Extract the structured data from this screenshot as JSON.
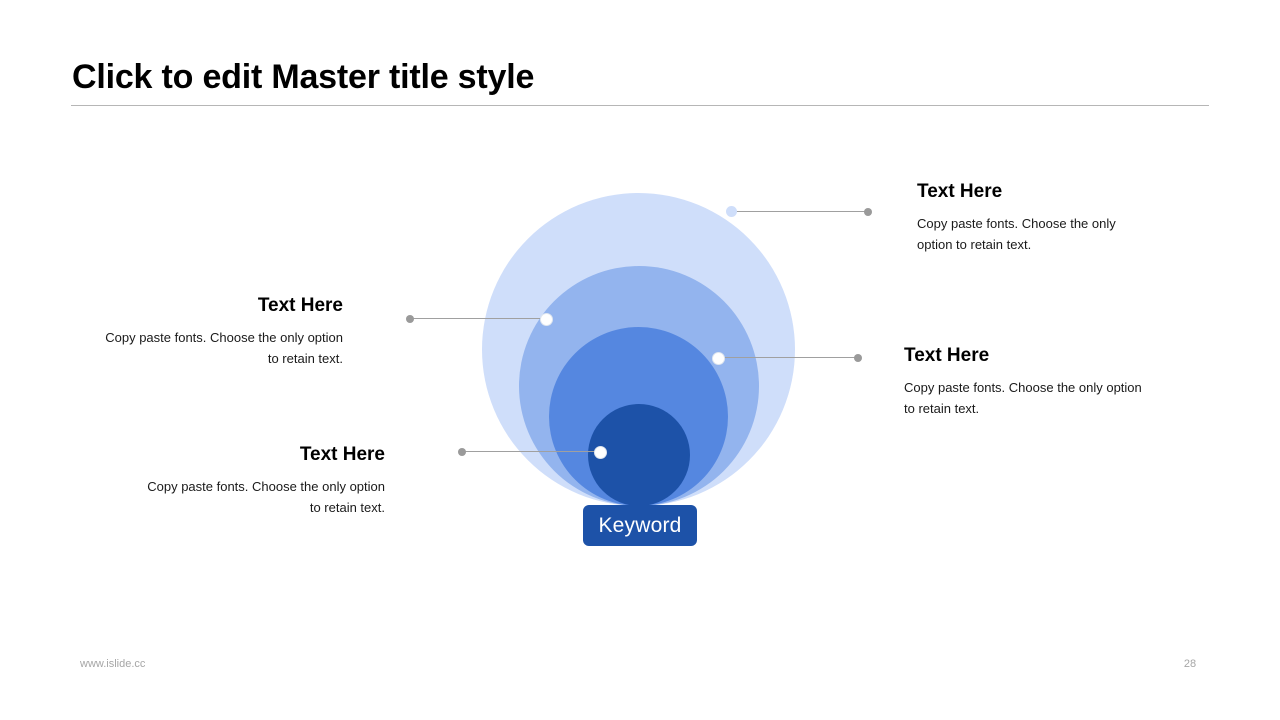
{
  "slide": {
    "title": "Click to edit Master title style",
    "footer_url": "www.islide.cc",
    "page_number": "28"
  },
  "diagram": {
    "center_label": "Keyword",
    "colors": {
      "ring_1_outer": "#cfdefa",
      "ring_2": "#93b4ee",
      "ring_3": "#5587e0",
      "ring_4_inner": "#1d52a8",
      "badge": "#1d52a8",
      "connector_line": "#a0a0a0",
      "connector_dot": "#9a9a9a",
      "connector_node": "#ffffff"
    },
    "rings": [
      {
        "name": "ring-outer",
        "diameter": 313,
        "color": "#cfdefa"
      },
      {
        "name": "ring-second",
        "diameter": 240,
        "color": "#93b4ee"
      },
      {
        "name": "ring-third",
        "diameter": 179,
        "color": "#5587e0"
      },
      {
        "name": "ring-inner",
        "diameter": 102,
        "color": "#1d52a8"
      }
    ]
  },
  "callouts": [
    {
      "id": "top-right",
      "side": "right",
      "heading": "Text Here",
      "body": "Copy paste fonts. Choose the only option to retain text."
    },
    {
      "id": "mid-right",
      "side": "right",
      "heading": "Text Here",
      "body": "Copy paste fonts. Choose the only option to retain text."
    },
    {
      "id": "mid-left",
      "side": "left",
      "heading": "Text Here",
      "body": "Copy paste fonts. Choose the only option to retain text."
    },
    {
      "id": "bottom-left",
      "side": "left",
      "heading": "Text Here",
      "body": "Copy paste fonts. Choose the only option to retain text."
    }
  ]
}
